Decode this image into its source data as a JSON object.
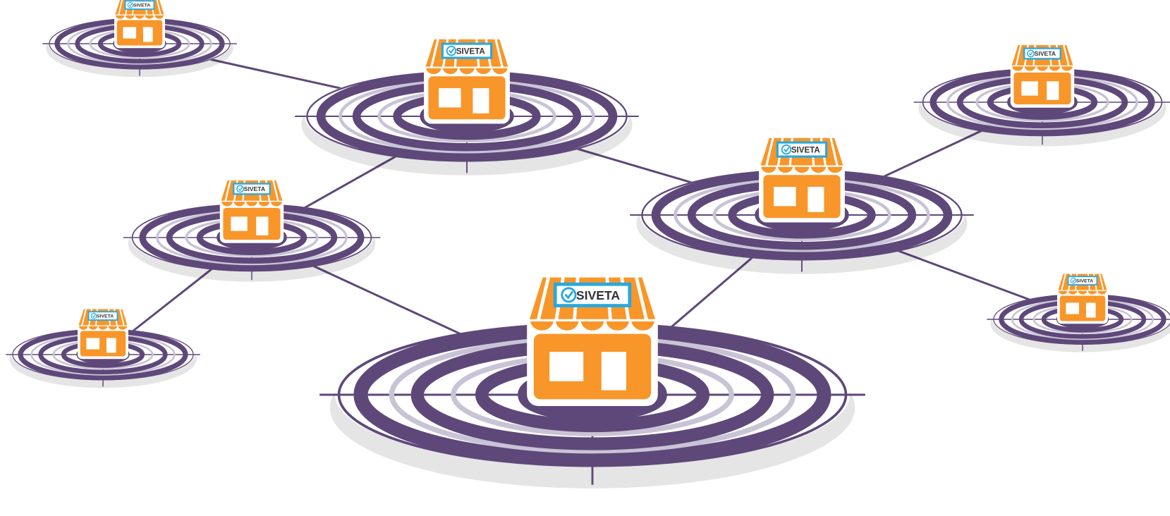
{
  "brand": {
    "label": "SIVETA",
    "check_icon": "cloud-check-icon"
  },
  "colors": {
    "ring": "#5e4879",
    "ring_light": "#c9c3d6",
    "link": "#5e4879",
    "store_orange": "#f8962a",
    "store_white": "#ffffff",
    "badge_border": "#29a8df",
    "badge_text": "#333333"
  },
  "nodes": [
    {
      "id": "store-top-left"
    },
    {
      "id": "store-top-center"
    },
    {
      "id": "store-top-right"
    },
    {
      "id": "store-center-right"
    },
    {
      "id": "store-middle-left"
    },
    {
      "id": "store-lower-left"
    },
    {
      "id": "store-lower-right"
    },
    {
      "id": "store-bottom-center"
    }
  ],
  "links": [
    {
      "from": "store-top-left",
      "to": "store-top-center"
    },
    {
      "from": "store-top-center",
      "to": "store-middle-left"
    },
    {
      "from": "store-top-center",
      "to": "store-center-right"
    },
    {
      "from": "store-top-right",
      "to": "store-center-right"
    },
    {
      "from": "store-center-right",
      "to": "store-lower-right"
    },
    {
      "from": "store-center-right",
      "to": "store-bottom-center"
    },
    {
      "from": "store-middle-left",
      "to": "store-lower-left"
    },
    {
      "from": "store-middle-left",
      "to": "store-bottom-center"
    }
  ]
}
